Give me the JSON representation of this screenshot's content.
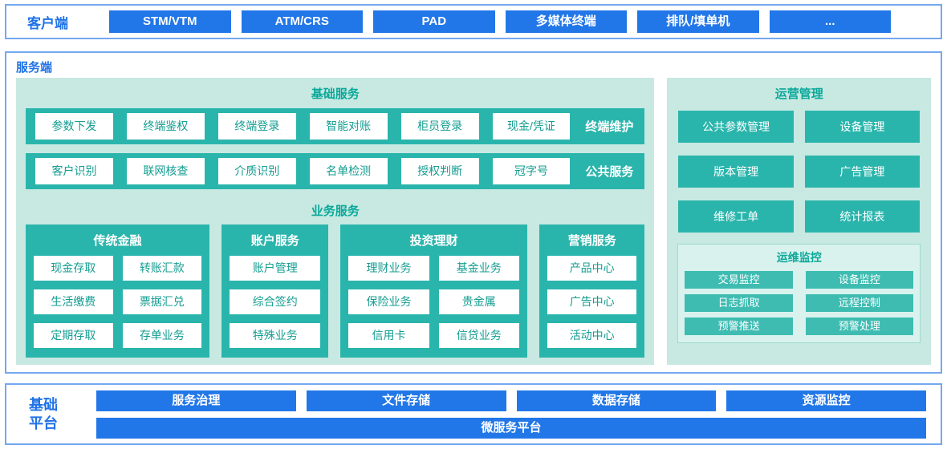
{
  "colors": {
    "blue": "#2277e8",
    "teal": "#2ab5ac",
    "light_teal": "#c7e9e2",
    "border_blue": "#74a8ef"
  },
  "client": {
    "label": "客户端",
    "terminals": [
      "STM/VTM",
      "ATM/CRS",
      "PAD",
      "多媒体终端",
      "排队/填单机",
      "..."
    ]
  },
  "server": {
    "label": "服务端",
    "basic_services": {
      "title": "基础服务",
      "row1": {
        "items": [
          "参数下发",
          "终端鉴权",
          "终端登录",
          "智能对账",
          "柜员登录",
          "现金/凭证"
        ],
        "tag": "终端维护"
      },
      "row2": {
        "items": [
          "客户识别",
          "联网核查",
          "介质识别",
          "名单检测",
          "授权判断",
          "冠字号"
        ],
        "tag": "公共服务"
      }
    },
    "business_services": {
      "title": "业务服务",
      "groups": [
        {
          "title": "传统金融",
          "items": [
            "现金存取",
            "转账汇款",
            "生活缴费",
            "票据汇兑",
            "定期存取",
            "存单业务"
          ]
        },
        {
          "title": "账户服务",
          "items": [
            "账户管理",
            "综合签约",
            "特殊业务"
          ]
        },
        {
          "title": "投资理财",
          "items": [
            "理财业务",
            "基金业务",
            "保险业务",
            "贵金属",
            "信用卡",
            "信贷业务"
          ]
        },
        {
          "title": "营销服务",
          "items": [
            "产品中心",
            "广告中心",
            "活动中心"
          ]
        }
      ]
    },
    "operations": {
      "title": "运营管理",
      "items": [
        "公共参数管理",
        "设备管理",
        "版本管理",
        "广告管理",
        "维修工单",
        "统计报表"
      ],
      "monitoring": {
        "title": "运维监控",
        "items": [
          "交易监控",
          "设备监控",
          "日志抓取",
          "远程控制",
          "预警推送",
          "预警处理"
        ]
      }
    }
  },
  "platform": {
    "label": "基础平台",
    "items": [
      "服务治理",
      "文件存储",
      "数据存储",
      "资源监控"
    ],
    "bottom": "微服务平台"
  }
}
